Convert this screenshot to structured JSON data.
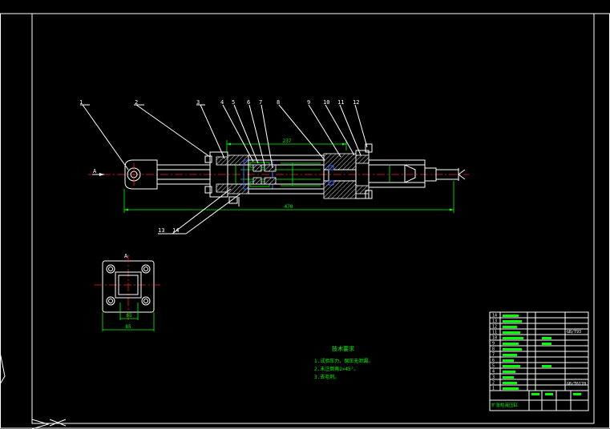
{
  "drawing": {
    "part_labels": [
      "1",
      "2",
      "3",
      "4",
      "5",
      "6",
      "7",
      "8",
      "9",
      "10",
      "11",
      "12",
      "13",
      "14"
    ],
    "dimensions": {
      "overall_length": "470",
      "barrel_length": "237",
      "flange_width": "85",
      "bolt_spacing": "65",
      "section_mark": "A",
      "view_mark": "A"
    },
    "tech_req": {
      "title": "技术要求",
      "lines": [
        "1.试验压力，保压无泄漏。",
        "2.未注倒角2×45°。",
        "3.去毛刺。"
      ]
    },
    "title_block": {
      "std_ref_1": "GB/T93",
      "std_ref_2": "GB/T6170",
      "drawing_name": "扩张柱液压缸",
      "row_numbers": [
        "14",
        "13",
        "12",
        "11",
        "10",
        "9",
        "8",
        "7",
        "6",
        "5",
        "4",
        "3",
        "2",
        "1"
      ]
    }
  }
}
